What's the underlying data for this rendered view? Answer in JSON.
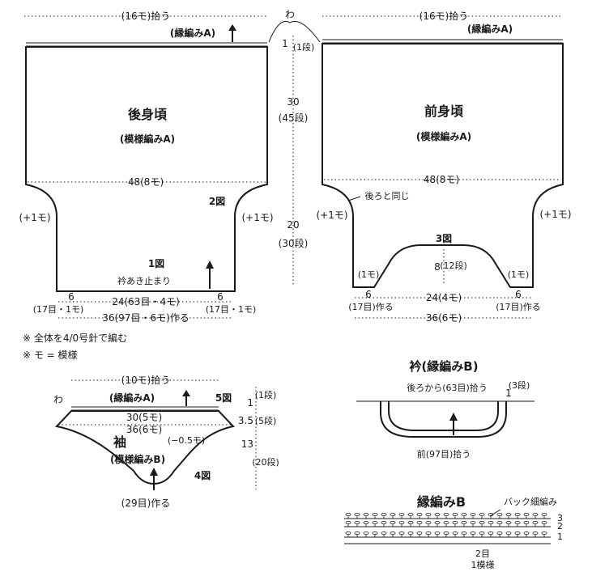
{
  "back": {
    "pickup": "(16モ)拾う",
    "edging": "(縁編みA)",
    "title": "後身頃",
    "pattern": "(模様編みA)",
    "width": "48(8モ)",
    "fig2": "2図",
    "inc_left": "(+1モ)",
    "inc_right": "(+1モ)",
    "fig1": "1図",
    "slit": "衿あき止まり",
    "side_left": "6",
    "center": "24(63目・4モ)",
    "side_right": "6",
    "count_left": "(17目・1モ)",
    "count_right": "(17目・1モ)",
    "cast_on": "36(97目・6モ)作る"
  },
  "front": {
    "pickup": "(16モ)拾う",
    "edging": "(縁編みA)",
    "title": "前身頃",
    "pattern": "(模様編みA)",
    "width": "48(8モ)",
    "same_as_back": "後ろと同じ",
    "inc_left": "(+1モ)",
    "inc_right": "(+1モ)",
    "fig3": "3図",
    "one_mo_left": "(1モ)",
    "one_mo_right": "(1モ)",
    "neck_depth": "8",
    "neck_rows": "(12段)",
    "side_left": "6",
    "center": "24(4モ)",
    "side_right": "6",
    "count_left": "(17目)作る",
    "count_right": "(17目)作る",
    "total": "36(6モ)"
  },
  "middle": {
    "wa": "わ",
    "top_num": "1",
    "top_rows": "(1段)",
    "upper_num": "30",
    "upper_rows": "(45段)",
    "lower_num": "20",
    "lower_rows": "(30段)"
  },
  "notes": {
    "needle": "※ 全体を4/0号針で編む",
    "legend": "※ モ = 模様"
  },
  "sleeve": {
    "pickup": "(10モ)拾う",
    "wa": "わ",
    "edging": "(縁編みA)",
    "fig5": "5図",
    "width_top": "30(5モ)",
    "width_mid": "36(6モ)",
    "dec": "(−0.5モ)",
    "title": "袖",
    "pattern": "(模様編みB)",
    "fig4": "4図",
    "cast_on": "(29目)作る",
    "r1_num": "1",
    "r1_rows": "(1段)",
    "r2_num": "3.5",
    "r2_rows": "(5段)",
    "r3_num": "13",
    "r3_rows": "(20段)"
  },
  "collar": {
    "title": "衿(縁編みB)",
    "back_pickup": "後ろから(63目)拾う",
    "front_pickup": "前(97目)拾う",
    "depth_num": "1",
    "depth_rows": "(3段)"
  },
  "edging_b": {
    "title": "縁編みB",
    "note": "バック細編み",
    "row1": "1",
    "row2": "2",
    "row3": "3",
    "repeat_st": "2目",
    "repeat": "1模様"
  }
}
